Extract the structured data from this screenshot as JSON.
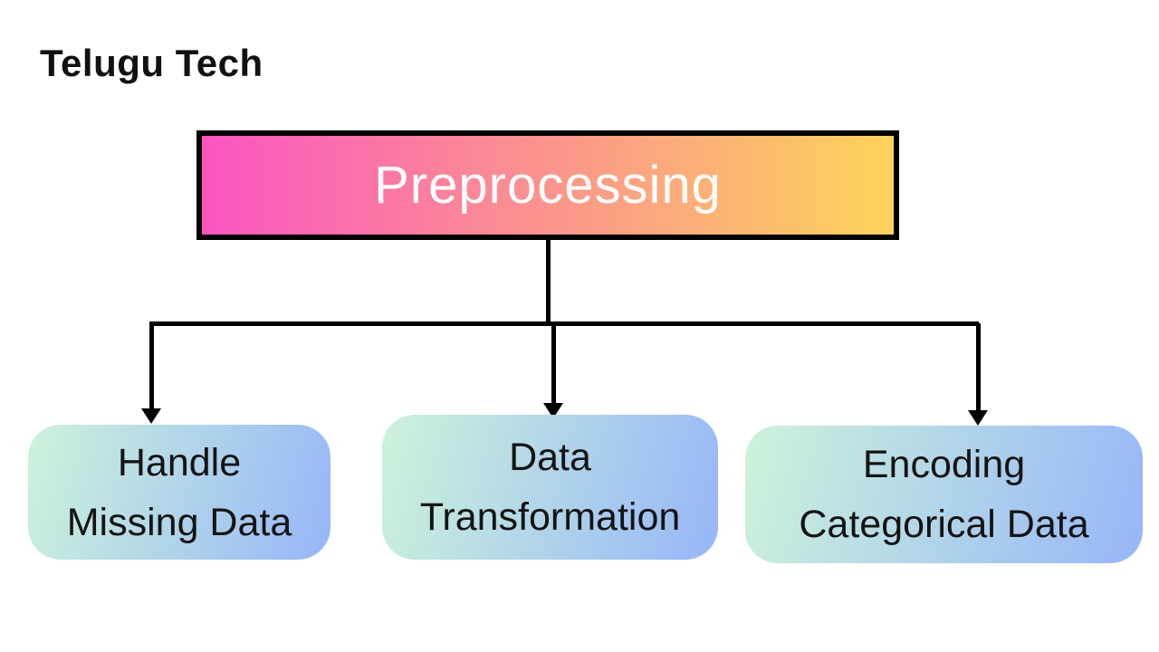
{
  "brand": {
    "label": "Telugu Tech"
  },
  "colors": {
    "background": "#ffffff",
    "line": "#000000",
    "brand-text": "#111111",
    "root-border": "#000000",
    "root-grad-start": "#fb55c0",
    "root-grad-end": "#fcd45b",
    "root-text": "#fdfdfd",
    "child-grad-start": "#cdf3da",
    "child-grad-end": "#96b6f8",
    "child-text": "#141414"
  },
  "diagram": {
    "root": {
      "label": "Preprocessing"
    },
    "children": [
      {
        "line1": "Handle",
        "line2": "Missing Data"
      },
      {
        "line1": "Data",
        "line2": "Transformation"
      },
      {
        "line1": "Encoding",
        "line2": "Categorical Data"
      }
    ]
  }
}
